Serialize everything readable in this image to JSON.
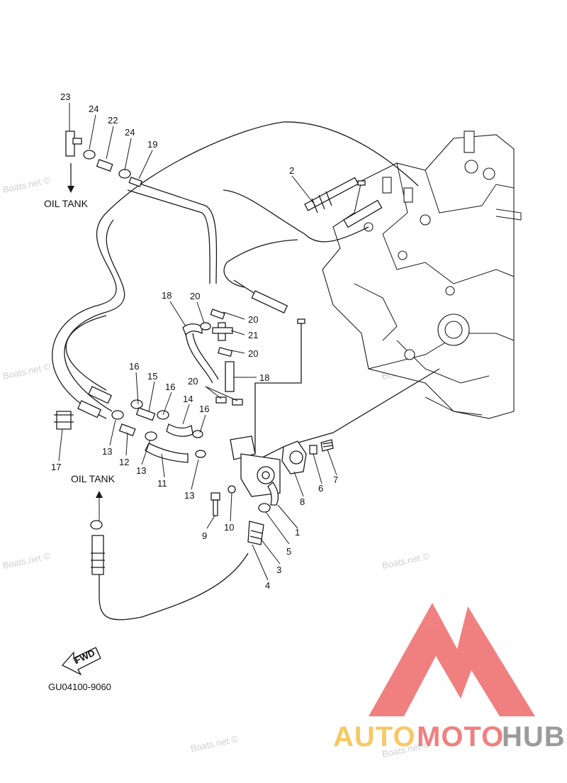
{
  "labels": {
    "p1": "1",
    "p2": "2",
    "p3": "3",
    "p4": "4",
    "p5": "5",
    "p6": "6",
    "p7": "7",
    "p8": "8",
    "p9": "9",
    "p10": "10",
    "p11": "11",
    "p12": "12",
    "p13a": "13",
    "p13b": "13",
    "p13c": "13",
    "p14": "14",
    "p15": "15",
    "p16a": "16",
    "p16b": "16",
    "p16c": "16",
    "p17": "17",
    "p18a": "18",
    "p18b": "18",
    "p19": "19",
    "p20a": "20",
    "p20b": "20",
    "p20c": "20",
    "p20d": "20",
    "p21": "21",
    "p22": "22",
    "p23": "23",
    "p24a": "24",
    "p24b": "24"
  },
  "oil_tank_top": "OIL TANK",
  "oil_tank_bottom": "OIL TANK",
  "fwd_label": "FWD",
  "diagram_code": "GU04100-9060",
  "watermark": "Boats.net ©",
  "brand": {
    "part1": "AUTO",
    "part2": "MOTO",
    "part3": "HUB",
    "color1": "#f6c04a",
    "color2": "#ee6b6b",
    "color3": "#8a8a8a",
    "logo_color": "#ee6b6b"
  }
}
